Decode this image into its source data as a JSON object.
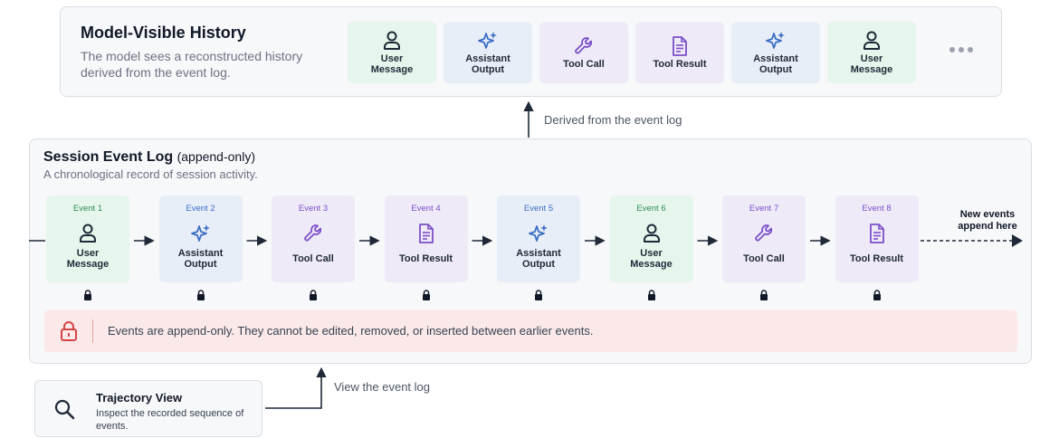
{
  "history": {
    "title": "Model-Visible History",
    "description": "The model sees a reconstructed history derived from the event log.",
    "cards": [
      {
        "kind": "user",
        "icon": "user-icon",
        "label": "User Message"
      },
      {
        "kind": "assistant",
        "icon": "sparkle-icon",
        "label": "Assistant Output"
      },
      {
        "kind": "toolcall",
        "icon": "wrench-icon",
        "label": "Tool Call"
      },
      {
        "kind": "toolresult",
        "icon": "document-icon",
        "label": "Tool Result"
      },
      {
        "kind": "assistant",
        "icon": "sparkle-icon",
        "label": "Assistant Output"
      },
      {
        "kind": "user",
        "icon": "user-icon",
        "label": "User Message"
      }
    ]
  },
  "connector": {
    "derived_label": "Derived from the event log"
  },
  "log": {
    "title": "Session Event Log",
    "title_suffix": "(append-only)",
    "subtitle": "A chronological record of session activity.",
    "events": [
      {
        "number": "Event 1",
        "kind": "user",
        "icon": "user-icon",
        "label": "User Message"
      },
      {
        "number": "Event 2",
        "kind": "assistant",
        "icon": "sparkle-icon",
        "label": "Assistant Output"
      },
      {
        "number": "Event 3",
        "kind": "toolcall",
        "icon": "wrench-icon",
        "label": "Tool Call"
      },
      {
        "number": "Event 4",
        "kind": "toolresult",
        "icon": "document-icon",
        "label": "Tool Result"
      },
      {
        "number": "Event 5",
        "kind": "assistant",
        "icon": "sparkle-icon",
        "label": "Assistant Output"
      },
      {
        "number": "Event 6",
        "kind": "user",
        "icon": "user-icon",
        "label": "User Message"
      },
      {
        "number": "Event 7",
        "kind": "toolcall",
        "icon": "wrench-icon",
        "label": "Tool Call"
      },
      {
        "number": "Event 8",
        "kind": "toolresult",
        "icon": "document-icon",
        "label": "Tool Result"
      }
    ],
    "new_events_label": "New events append here",
    "warning": "Events are append-only. They cannot be edited, removed, or inserted between earlier events."
  },
  "trajectory": {
    "title": "Trajectory View",
    "description": "Inspect the recorded sequence of events.",
    "view_label": "View the event log"
  },
  "colors": {
    "user": "#2f8b53",
    "assistant": "#3b6dc4",
    "tool": "#7c4fc9",
    "warning": "#d64545"
  }
}
